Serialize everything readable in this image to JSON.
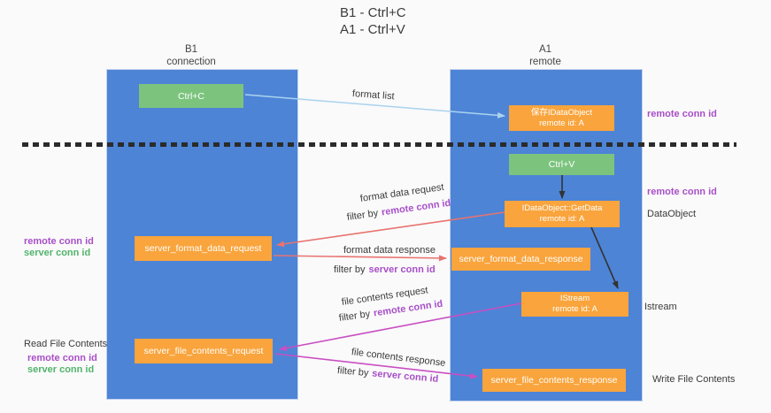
{
  "title": {
    "line1": "B1 - Ctrl+C",
    "line2": "A1 - Ctrl+V"
  },
  "columns": {
    "left": {
      "name": "B1",
      "role": "connection"
    },
    "right": {
      "name": "A1",
      "role": "remote"
    }
  },
  "nodes": {
    "ctrl_c": {
      "label": "Ctrl+C"
    },
    "ctrl_v": {
      "label": "Ctrl+V"
    },
    "saved_idataobject": {
      "line1": "保存IDataObject",
      "line2": "remote id: A"
    },
    "idataobject_getdata": {
      "line1": "IDataObject::GetData",
      "line2": "remote id: A"
    },
    "istream": {
      "line1": "IStream",
      "line2": "remote id: A"
    },
    "server_format_data_request": {
      "label": "server_format_data_request"
    },
    "server_format_data_response": {
      "label": "server_format_data_response"
    },
    "server_file_contents_request": {
      "label": "server_file_contents_request"
    },
    "server_file_contents_response": {
      "label": "server_file_contents_response"
    }
  },
  "flow_labels": {
    "format_list": "format list",
    "format_data_request": "format data request",
    "format_data_response": "format data response",
    "file_contents_request": "file contents request",
    "file_contents_response": "file contents response",
    "filter_by": "filter by",
    "remote_conn_id": "remote conn id",
    "server_conn_id": "server conn id"
  },
  "side_labels": {
    "remote_conn_id": "remote conn id",
    "server_conn_id": "server conn id",
    "dataobject": "DataObject",
    "istream": "Istream",
    "read_file_contents": "Read File Contents",
    "write_file_contents": "Write File Contents"
  },
  "colors": {
    "background": "#fafafa",
    "lane_blue": "#4d84d6",
    "action_green": "#7cc47e",
    "node_orange": "#f9a43c",
    "remote_conn_purple": "#a84fc8",
    "server_conn_green": "#52b36c",
    "format_arrow_red": "#e8736f",
    "file_arrow_magenta": "#c94fc2",
    "format_list_arrow_blue": "#a9d3ef",
    "sync_arrow_black": "#333333"
  }
}
